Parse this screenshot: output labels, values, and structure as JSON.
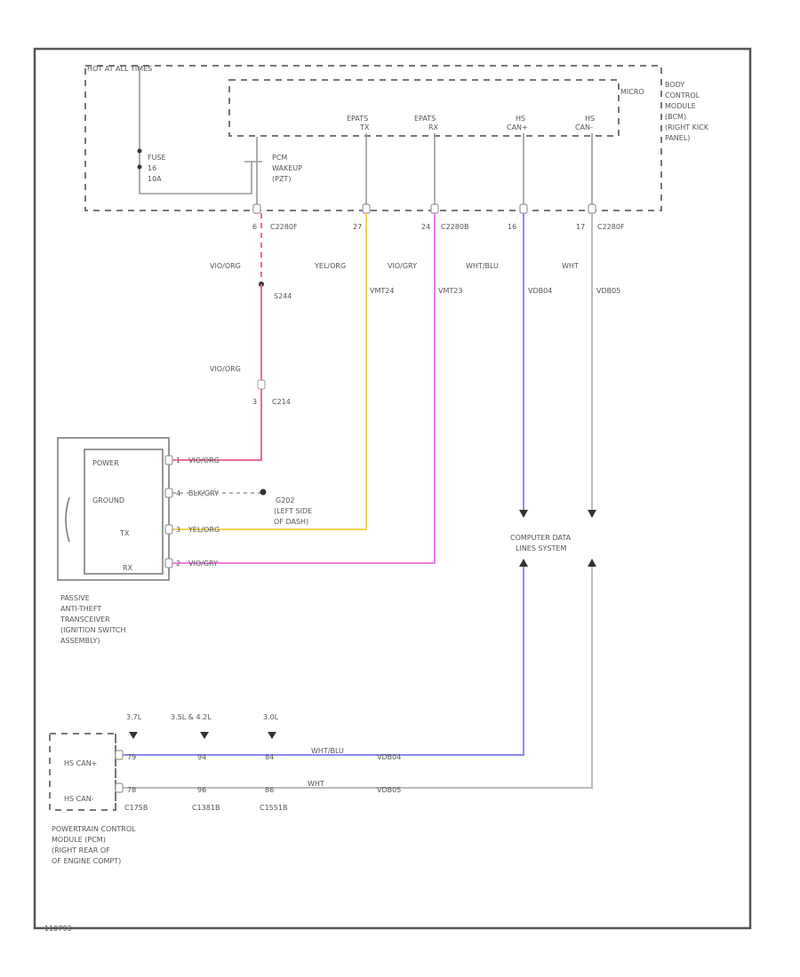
{
  "footer_code": "110793",
  "bcm": {
    "hot_label": "HOT AT ALL TIMES",
    "micro_label": "MICRO",
    "module_label": [
      "BODY",
      "CONTROL",
      "MODULE",
      "(BCM)",
      "(RIGHT KICK",
      "PANEL)"
    ],
    "fuse": [
      "FUSE",
      "16",
      "10A"
    ],
    "pcm_wakeup": [
      "PCM",
      "WAKEUP",
      "(PZT)"
    ],
    "pats_tx": [
      "EPATS",
      "TX"
    ],
    "pats_rx": [
      "EPATS",
      "RX"
    ],
    "hs_can_plus": [
      "HS",
      "CAN+"
    ],
    "hs_can_minus": [
      "HS",
      "CAN-"
    ]
  },
  "connectors": {
    "c2280f_a": "6",
    "c2280f_a_name": "C2280F",
    "pin_27": "27",
    "pin_24": "24",
    "c2280b_name": "C2280B",
    "pin_16": "16",
    "pin_17": "17",
    "c2280f_b_name": "C2280F",
    "c214_pin": "3",
    "c214_name": "C214"
  },
  "wires": {
    "vio_org_top": "VIO/ORG",
    "splice": "S244",
    "vio_org_mid": "VIO/ORG",
    "yel_org": "YEL/ORG",
    "vmt24": "VMT24",
    "vio_gry": "VIO/GRY",
    "vmt23": "VMT23",
    "wht_blu": "WHT/BLU",
    "vdb04": "VDB04",
    "wht": "WHT",
    "vdb05": "VDB05"
  },
  "transceiver": {
    "pins": [
      {
        "label": "POWER",
        "num": "1",
        "wire": "VIO/ORG"
      },
      {
        "label": "GROUND",
        "num": "4",
        "wire": "BLK/GRY"
      },
      {
        "label": "TX",
        "num": "3",
        "wire": "YEL/ORG"
      },
      {
        "label": "RX",
        "num": "2",
        "wire": "VIO/GRY"
      }
    ],
    "ground_label": [
      "G202",
      "(LEFT SIDE",
      "OF DASH)"
    ],
    "name": [
      "PASSIVE",
      "ANTI-THEFT",
      "TRANSCEIVER",
      "(IGNITION SWITCH",
      "ASSEMBLY)"
    ]
  },
  "cdl_label": [
    "COMPUTER DATA",
    "LINES SYSTEM"
  ],
  "pcm": {
    "engine_labels": [
      "3.7L",
      "3.5L & 4.2L",
      "3.0L"
    ],
    "can_plus_label": "HS CAN+",
    "can_minus_label": "HS CAN-",
    "pins_plus": [
      "79",
      "94",
      "84"
    ],
    "pins_minus": [
      "78",
      "96",
      "86"
    ],
    "connectors": [
      "C175B",
      "C1381B",
      "C1551B"
    ],
    "wht_blu": "WHT/BLU",
    "vdb04": "VDB04",
    "wht": "WHT",
    "vdb05": "VDB05",
    "name": [
      "POWERTRAIN CONTROL",
      "MODULE (PCM)",
      "(RIGHT REAR OF",
      "OF ENGINE COMPT)"
    ]
  },
  "colors": {
    "vio_org": "#f06a9a",
    "yel_org": "#f4d25a",
    "vio_gry": "#ee7ee8",
    "wht_blu": "#8c8cf2",
    "wht": "#bbbbbb"
  }
}
